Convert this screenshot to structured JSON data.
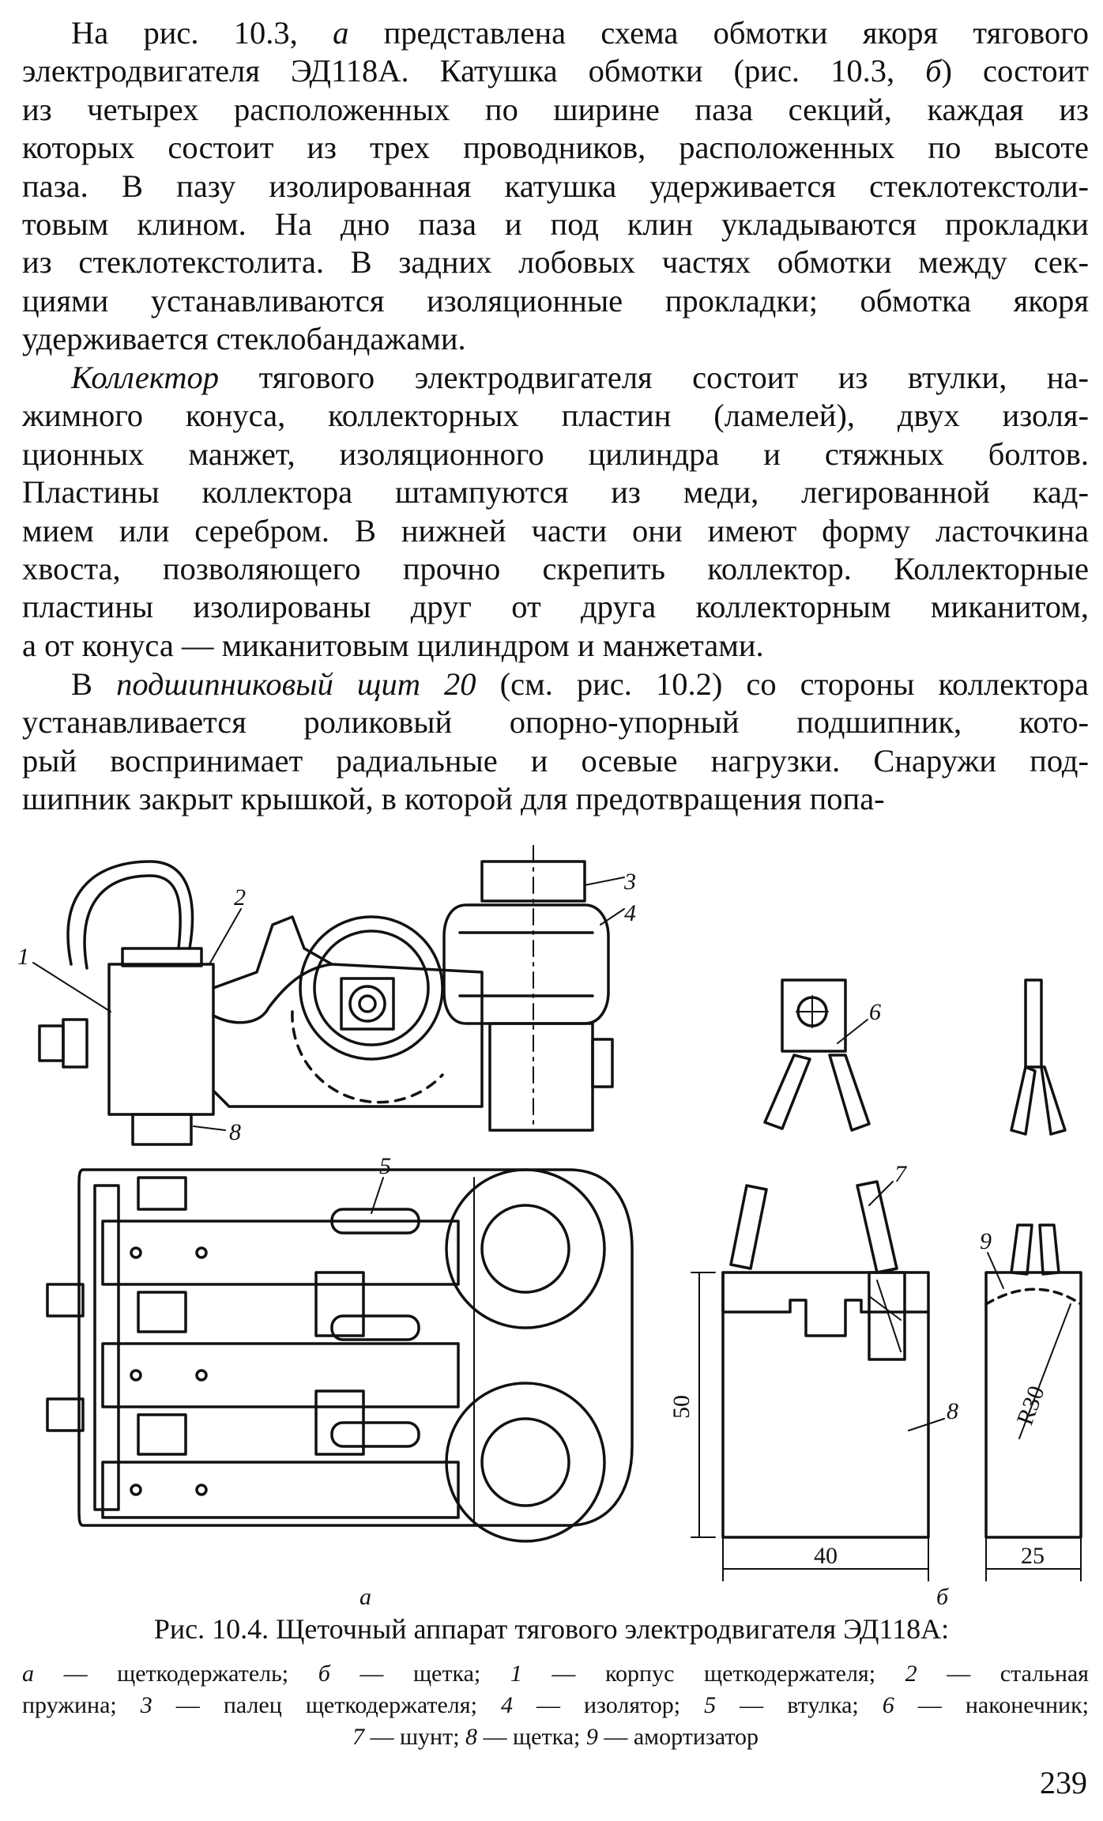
{
  "paragraph1": {
    "lines": [
      [
        "На рис. 10.3, ",
        {
          "i": "а"
        },
        " представлена схема обмотки якоря тягового"
      ],
      [
        "электродвигателя ЭД118А. Катушка обмотки (рис. 10.3, ",
        {
          "i": "б"
        },
        ") состоит"
      ],
      [
        "из четырех расположенных по ширине паза секций, каждая из"
      ],
      [
        "которых состоит из трех проводников, расположенных по высоте"
      ],
      [
        "паза. В пазу изолированная катушка удерживается стеклотекстоли-"
      ],
      [
        "товым клином. На дно паза и под клин укладываются прокладки"
      ],
      [
        "из стеклотекстолита. В задних лобовых частях обмотки между сек-"
      ],
      [
        "циями устанавливаются изоляционные прокладки; обмотка якоря"
      ],
      [
        "удерживается стеклобандажами."
      ]
    ]
  },
  "paragraph2": {
    "lines": [
      [
        {
          "i": "Коллектор"
        },
        " тягового электродвигателя состоит из втулки, на-"
      ],
      [
        "жимного конуса, коллекторных пластин (ламелей), двух изоля-"
      ],
      [
        "ционных манжет, изоляционного цилиндра и стяжных болтов."
      ],
      [
        "Пластины коллектора штампуются из меди, легированной кад-"
      ],
      [
        "мием или серебром. В нижней части они имеют форму ласточкина"
      ],
      [
        "хвоста, позволяющего прочно скрепить коллектор. Коллекторные"
      ],
      [
        "пластины изолированы друг от друга коллекторным миканитом,"
      ],
      [
        "а от конуса — миканитовым цилиндром и манжетами."
      ]
    ]
  },
  "paragraph3": {
    "lines": [
      [
        "В ",
        {
          "i": "подшипниковый щит 20"
        },
        " (см. рис. 10.2) со стороны коллектора"
      ],
      [
        "устанавливается роликовый опорно-упорный подшипник, кото-"
      ],
      [
        "рый воспринимает радиальные и осевые нагрузки. Снаружи под-"
      ],
      [
        "шипник закрыт крышкой, в которой для предотвращения попа-"
      ]
    ]
  },
  "figure": {
    "callouts": [
      "1",
      "2",
      "3",
      "4",
      "5",
      "6",
      "7",
      "8",
      "8",
      "9"
    ],
    "dimensions": [
      "50",
      "40",
      "25",
      "R30"
    ],
    "subfigure_labels": [
      "а",
      "б"
    ]
  },
  "caption": {
    "title": "Рис. 10.4. Щеточный аппарат тягового электродвигателя ЭД118А:",
    "legend_lines": [
      [
        {
          "i": "а"
        },
        " — щеткодержатель; ",
        {
          "i": "б"
        },
        " — щетка; ",
        {
          "i": "1"
        },
        " — корпус щеткодержателя; ",
        {
          "i": "2"
        },
        " — стальная"
      ],
      [
        "пружина; ",
        {
          "i": "3"
        },
        " — палец щеткодержателя; ",
        {
          "i": "4"
        },
        " — изолятор; ",
        {
          "i": "5"
        },
        " — втулка; ",
        {
          "i": "6"
        },
        " — наконечник;"
      ],
      [
        {
          "i": "7"
        },
        " — шунт; ",
        {
          "i": "8"
        },
        " — щетка; ",
        {
          "i": "9"
        },
        " — амортизатор"
      ]
    ]
  },
  "page_number": "239"
}
